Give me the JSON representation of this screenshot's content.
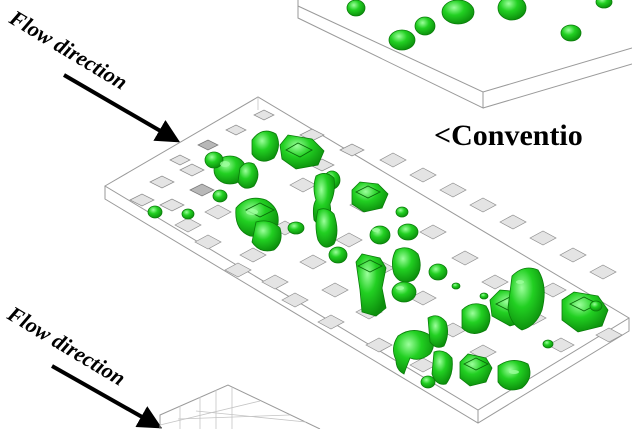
{
  "labels": {
    "flow_top": "Flow direction",
    "flow_bottom": "Flow direction",
    "conventional": "<Conventio"
  },
  "colors": {
    "droplet": "#22d022",
    "droplet_dark": "#0c8f0c",
    "droplet_highlight": "#9cff9c",
    "box_edge": "#9a9a9a",
    "tile": "#e4e4e4"
  }
}
